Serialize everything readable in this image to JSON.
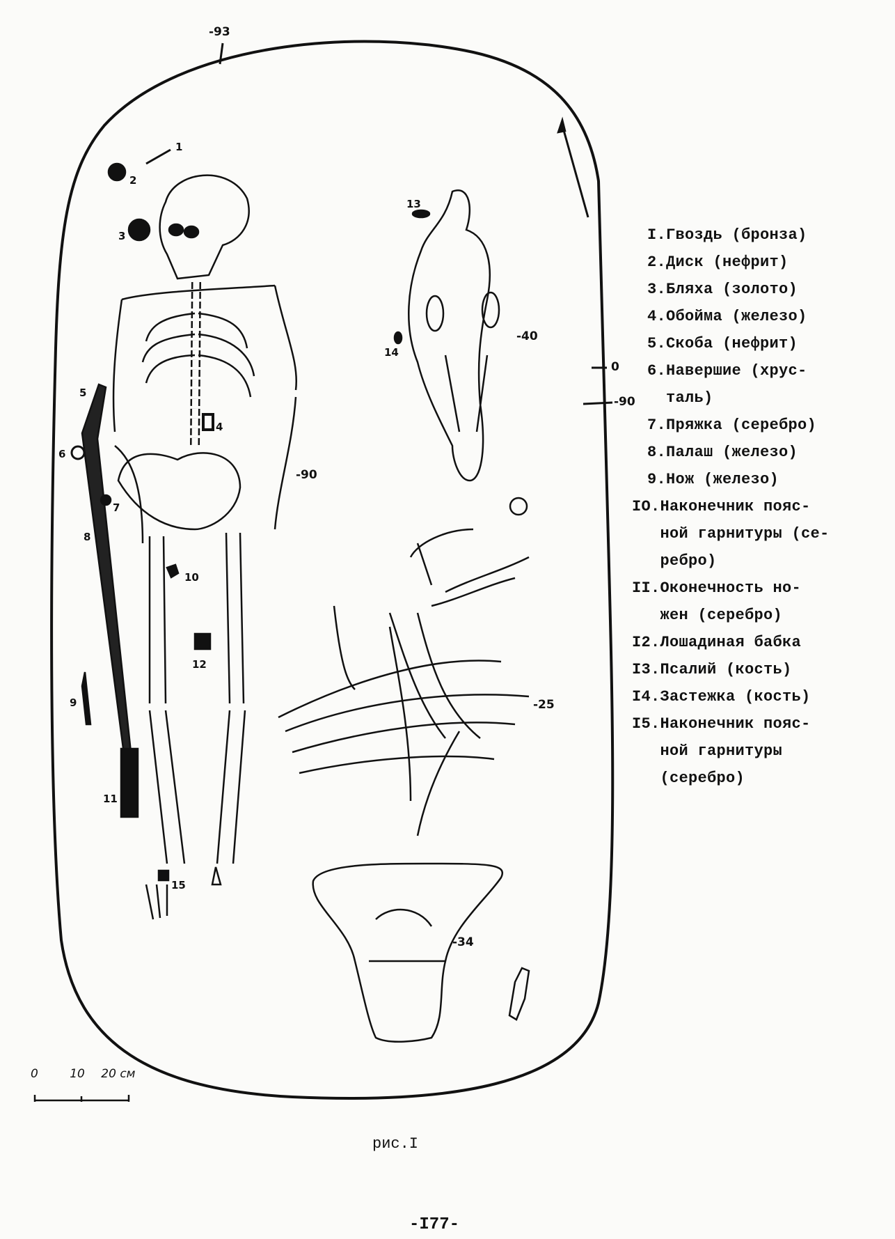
{
  "depth_marks": {
    "top": "-93",
    "zero": "0",
    "right": "-90",
    "horse_skull": "-40",
    "human_arm": "-90",
    "horse_ribs": "-25",
    "horse_pelvis": "-34"
  },
  "find_numbers": [
    "1",
    "2",
    "3",
    "4",
    "5",
    "6",
    "7",
    "8",
    "9",
    "10",
    "11",
    "12",
    "13",
    "14",
    "15"
  ],
  "legend": [
    "I.Гвоздь (бронза)",
    "2.Диск (нефрит)",
    "3.Бляха (золото)",
    "4.Обойма (железо)",
    "5.Скоба (нефрит)",
    "6.Навершие (хрус-",
    "  таль)",
    "7.Пряжка (серебро)",
    "8.Палаш (железо)",
    "9.Нож (железо)",
    "IO.Наконечник пояс-",
    "   ной гарнитуры (се-",
    "   ребро)",
    "II.Оконечность но-",
    "   жен (серебро)",
    "I2.Лошадиная бабка",
    "I3.Псалий (кость)",
    "I4.Застежка (кость)",
    "I5.Наконечник пояс-",
    "   ной гарнитуры",
    "   (серебро)"
  ],
  "scale_bar": {
    "zero": "0",
    "ten": "10",
    "twenty": "20 см"
  },
  "caption": "рис.I",
  "page_number": "-I77-"
}
